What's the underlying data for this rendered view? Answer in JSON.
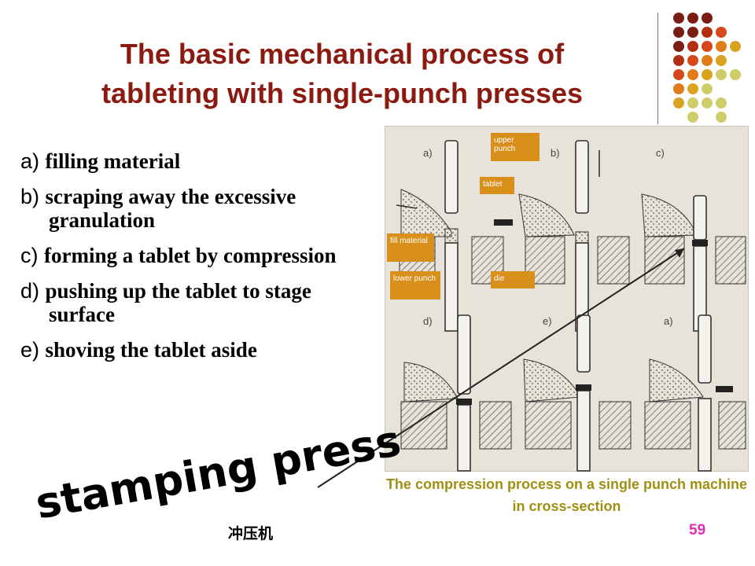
{
  "title": {
    "line1": "The basic mechanical process of",
    "line2": "tableting with single-punch presses"
  },
  "steps": [
    {
      "letter": "a)",
      "text": "filling material"
    },
    {
      "letter": "b)",
      "text": "scraping away the excessive granulation"
    },
    {
      "letter": "c)",
      "text": "forming a tablet by compression"
    },
    {
      "letter": "d)",
      "text": "pushing up the tablet to stage surface"
    },
    {
      "letter": "e)",
      "text": "shoving the tablet aside"
    }
  ],
  "figure": {
    "stage_labels": [
      "a)",
      "b)",
      "c)",
      "d)",
      "e)",
      "a)"
    ],
    "tags": {
      "upper_punch": "upper punch",
      "tablet": "tablet",
      "fill_material": "fill material",
      "lower_punch": "lower punch",
      "die": "die"
    },
    "caption": "The compression process on a single punch machine in cross-section"
  },
  "stamp_text": "stamping press",
  "chinese_label": "冲压机",
  "page_number": "59",
  "colors": {
    "title": "#8b1a10",
    "caption": "#a09012",
    "page_number": "#e62bb7",
    "tag_bg": "#d88f1c"
  }
}
